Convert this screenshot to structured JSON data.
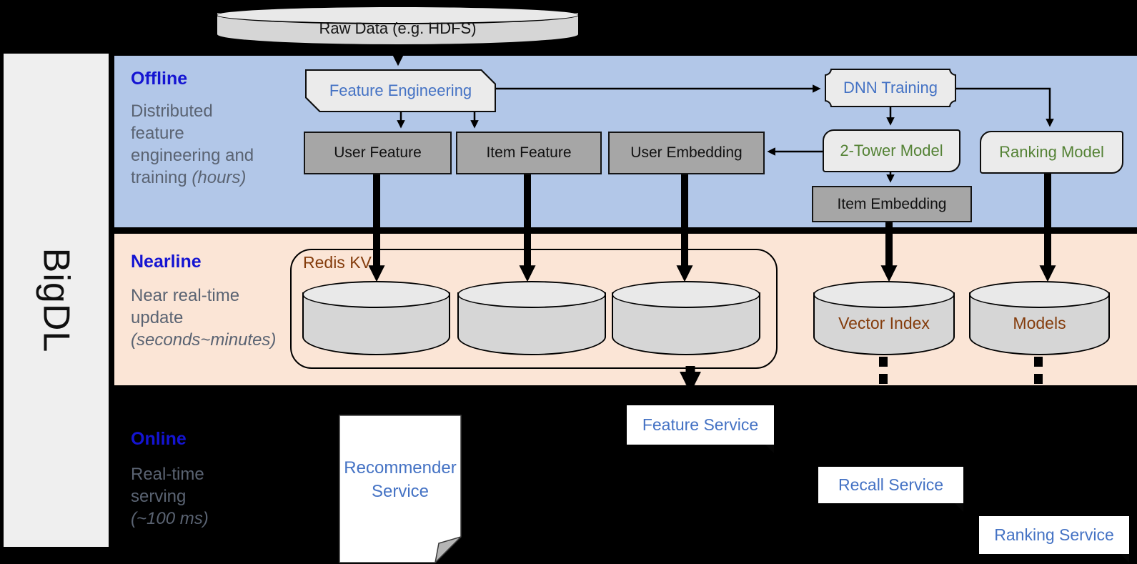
{
  "brand": "BigDL",
  "raw_data_label": "Raw Data (e.g. HDFS)",
  "lanes": {
    "offline": {
      "title": "Offline",
      "line1": "Distributed",
      "line2": "feature",
      "line3": "engineering and",
      "line4_normal": "training ",
      "line4_italic": "(hours)"
    },
    "nearline": {
      "title": "Nearline",
      "line1": "Near real-time",
      "line2": "update",
      "line3_italic": "(seconds~minutes)"
    },
    "online": {
      "title": "Online",
      "line1": "Real-time",
      "line2": "serving",
      "line3_italic": "(~100 ms)"
    }
  },
  "offline_nodes": {
    "feature_engineering": "Feature Engineering",
    "dnn_training": "DNN Training",
    "user_feature": "User Feature",
    "item_feature": "Item Feature",
    "user_embedding": "User Embedding",
    "two_tower_model": "2-Tower Model",
    "ranking_model": "Ranking Model",
    "item_embedding": "Item Embedding"
  },
  "nearline_nodes": {
    "redis_kv": "Redis KV",
    "vector_index": "Vector Index",
    "models": "Models"
  },
  "online_nodes": {
    "recommender_line1": "Recommender",
    "recommender_line2": "Service",
    "feature_service": "Feature Service",
    "recall_service": "Recall Service",
    "ranking_service": "Ranking Service"
  },
  "colors": {
    "offline_band": "#b2c7e8",
    "nearline_band": "#fbe5d6",
    "background": "#000000",
    "sidebar": "#efefef",
    "lane_title_blue": "#1414d2",
    "lane_desc_gray": "#5a6372",
    "node_label_blue": "#4472c4",
    "model_label_green": "#548235",
    "storage_label_brown": "#843c0c",
    "gray_node_fill": "#a6a6a6",
    "light_node_fill": "#ebebeb",
    "cylinder_fill": "#d6d6d6"
  }
}
